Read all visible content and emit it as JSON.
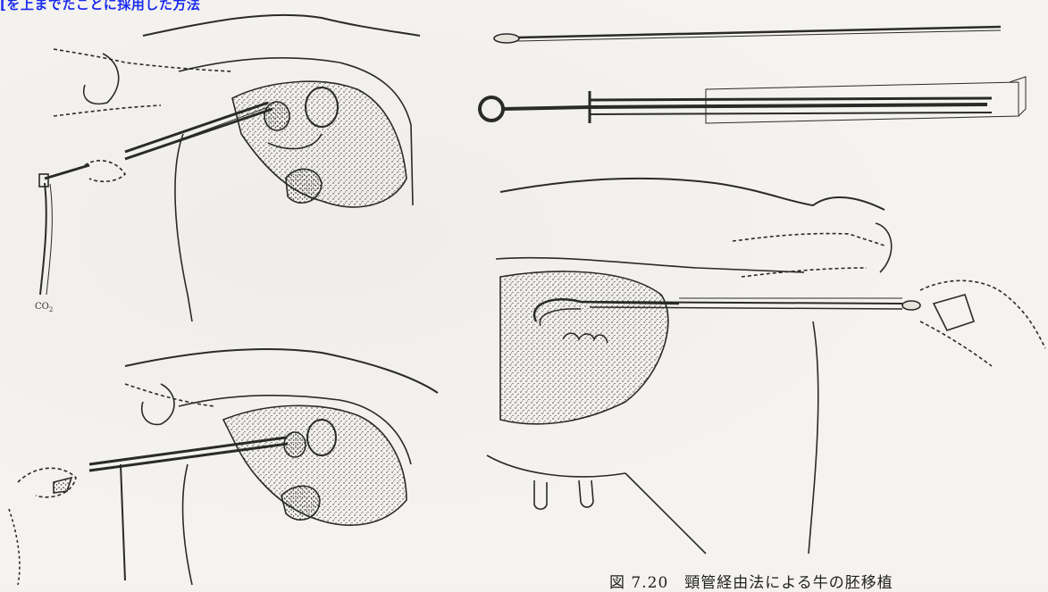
{
  "header": {
    "title": "[を上までたことに採用した方法"
  },
  "figure": {
    "caption": "図 7.20　頸管経由法による牛の胚移植",
    "gas_label": "CO",
    "gas_label_sub": "2"
  },
  "colors": {
    "title": "#1a2cf0",
    "ink": "#2a2a2a",
    "paper": "#f5f3ef"
  },
  "icons": {
    "top_left": "surgical-cow-illustration",
    "bottom_left": "surgical-cow-illustration",
    "top_right": "transfer-instrument-illustration",
    "bottom_right": "cervical-transfer-illustration"
  }
}
